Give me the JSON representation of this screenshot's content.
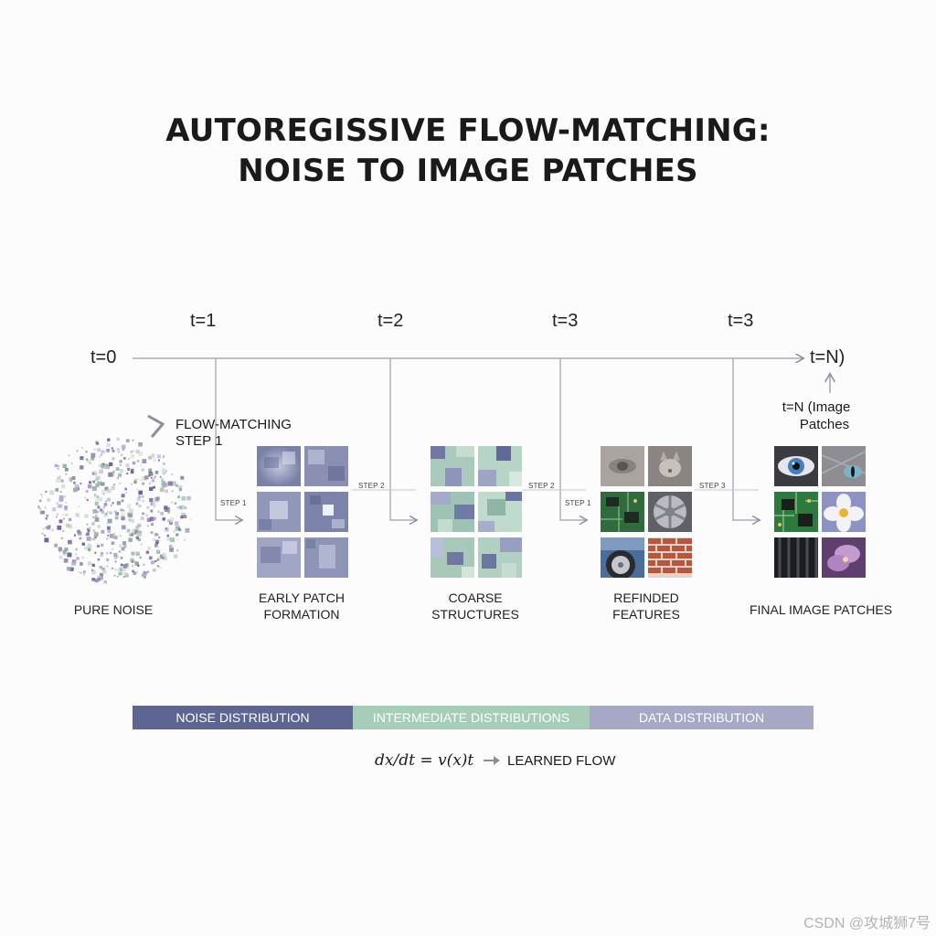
{
  "title": {
    "line1": "AUTOREGISSIVE FLOW-MATCHING:",
    "line2": "NOISE TO IMAGE PATCHES"
  },
  "timeline": {
    "start": "t=0",
    "end": "t=N)",
    "ticks": [
      "t=1",
      "t=2",
      "t=3",
      "t=3"
    ],
    "end_note": {
      "line1": "t=N (Image",
      "line2": "Patches"
    }
  },
  "flow_note": {
    "line1": "FLOW-MATCHING",
    "line2": "STEP 1"
  },
  "step_labels": {
    "early_in": "STEP 1",
    "early_out": "STEP 2",
    "coarse_out": "STEP 2",
    "refined_in": "STEP 1",
    "refined_out": "STEP 3"
  },
  "stages": [
    {
      "caption": [
        "PURE NOISE"
      ]
    },
    {
      "caption": [
        "EARLY PATCH",
        "FORMATION"
      ]
    },
    {
      "caption": [
        "COARSE",
        "STRUCTURES"
      ]
    },
    {
      "caption": [
        "REFINDED",
        "FEATURES"
      ]
    },
    {
      "caption": [
        "FINAL IMAGE PATCHES"
      ]
    }
  ],
  "refined_patches": [
    "blurred-eye",
    "blurred-cat",
    "circuit-board",
    "wheel-rim",
    "car-wheel",
    "brick-wall"
  ],
  "final_patches": [
    "blue-eye",
    "cat-eye",
    "circuit-board",
    "white-flower",
    "tire-tread",
    "purple-flower"
  ],
  "distributions": [
    {
      "label": "NOISE DISTRIBUTION",
      "color": "#5c6690"
    },
    {
      "label": "INTERMEDIATE DISTRIBUTIONS",
      "color": "#a6cdb8"
    },
    {
      "label": "DATA DISTRIBUTION",
      "color": "#a6a8c6"
    }
  ],
  "formula": {
    "equation": "dx/dt = v(x)t",
    "label": "LEARNED FLOW"
  },
  "watermark": "CSDN @攻城狮7号",
  "colors": {
    "line": "#9aa0ac",
    "noise_purple": "#6f5aa0",
    "noise_green": "#8fb8a0",
    "noise_gray": "#8a8f9c"
  }
}
